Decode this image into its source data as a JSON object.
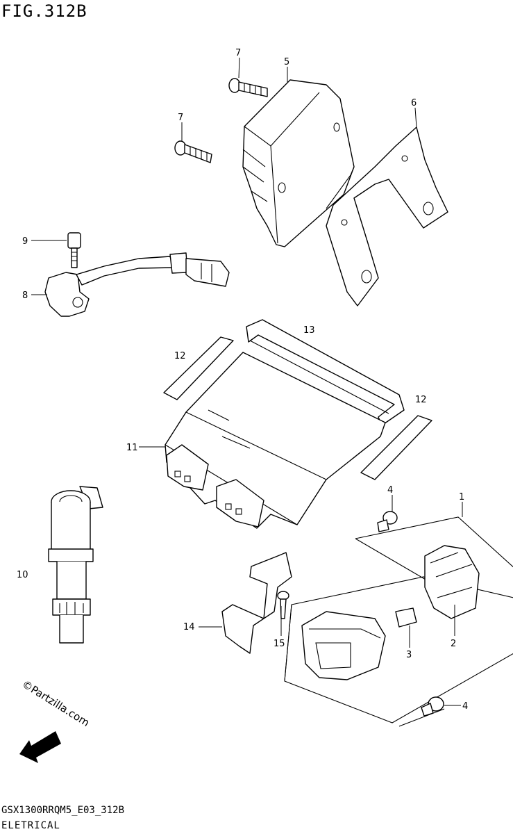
{
  "figure": {
    "title": "FIG.312B",
    "code": "GSX1300RRQM5_E03_312B",
    "category": "ELETRICAL"
  },
  "watermark": "©Partzilla.com",
  "fwd_label": "FWD",
  "callouts": {
    "c1": "1",
    "c2": "2",
    "c3": "3",
    "c4a": "4",
    "c4b": "4",
    "c5": "5",
    "c6": "6",
    "c7a": "7",
    "c7b": "7",
    "c8": "8",
    "c9": "9",
    "c10": "10",
    "c11": "11",
    "c12a": "12",
    "c12b": "12",
    "c13": "13",
    "c14": "14",
    "c15": "15"
  }
}
